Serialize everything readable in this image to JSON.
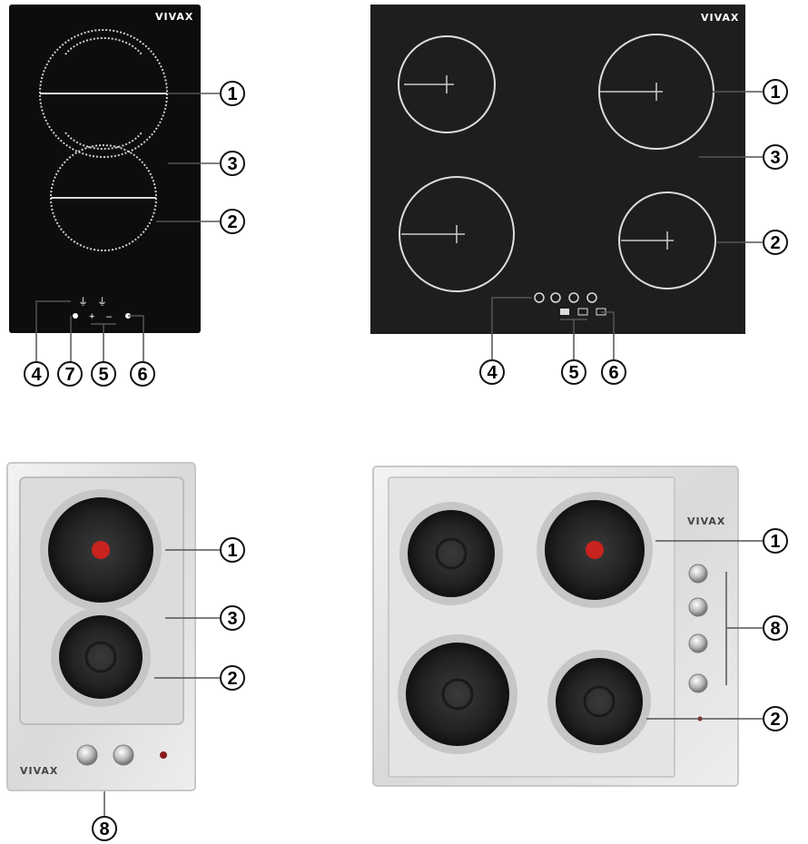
{
  "figure": {
    "panels": [
      {
        "brand": "VIVAX",
        "type": "glass-ceramic domino hob",
        "callouts": [
          "1",
          "3",
          "2",
          "4",
          "7",
          "5",
          "6"
        ]
      },
      {
        "brand": "VIVAX",
        "type": "glass-ceramic 4-zone hob",
        "callouts": [
          "1",
          "3",
          "2",
          "4",
          "5",
          "6"
        ]
      },
      {
        "brand": "VIVAX",
        "type": "stainless steel domino hob with 2 hotplates",
        "callouts": [
          "1",
          "3",
          "2",
          "8"
        ]
      },
      {
        "brand": "VIVAX",
        "type": "stainless steel 4-hotplate hob",
        "callouts": [
          "1",
          "8",
          "2"
        ]
      }
    ]
  },
  "colors": {
    "glass": "#111111",
    "steel_light": "#e6e6e6",
    "steel_dark": "#c4c4c4",
    "hotplate": "#2a2a2a",
    "indicator_red": "#c8231e",
    "callout": "#111111"
  }
}
